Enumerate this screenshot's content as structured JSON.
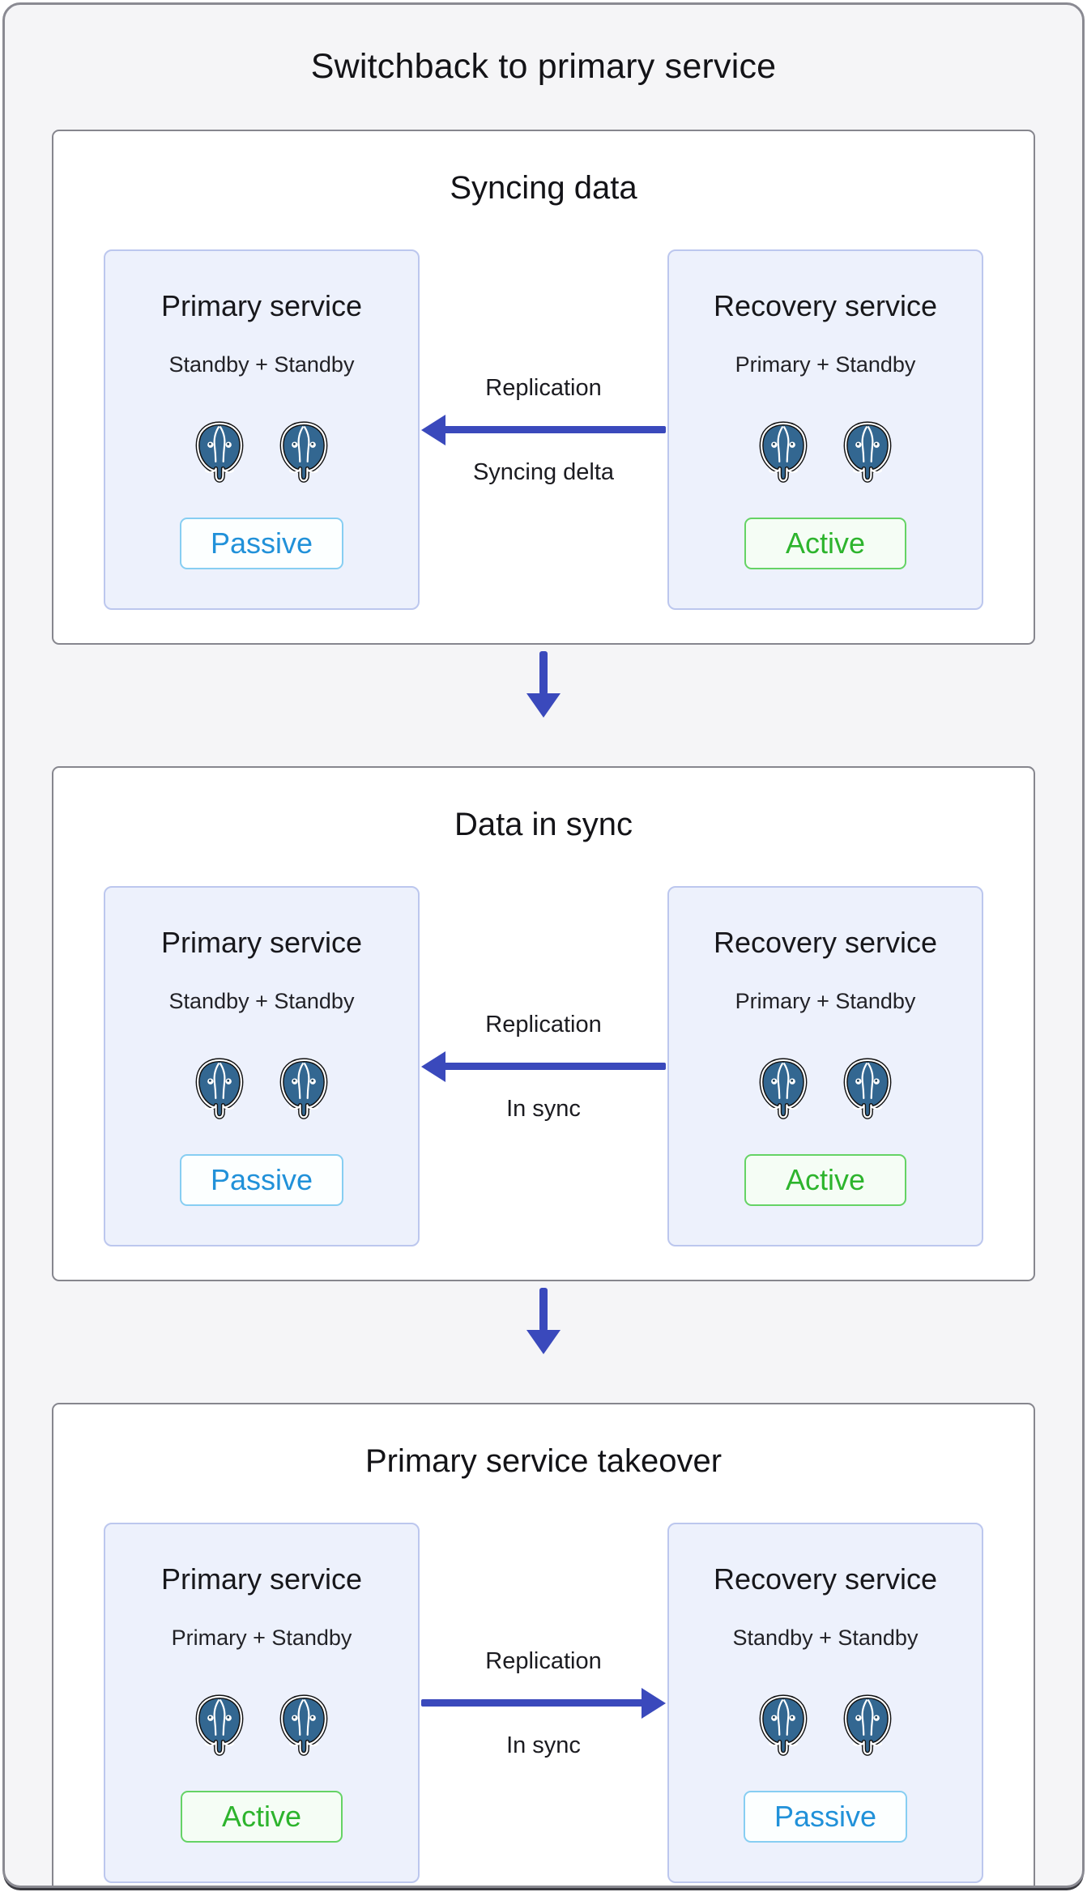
{
  "page": {
    "title": "Switchback to primary service"
  },
  "icons": {
    "database_icon": "postgresql-elephant-icon",
    "flow_icon": "down-arrow-icon"
  },
  "colors": {
    "page_bg": "#f5f5f7",
    "window_border": "#8a8a92",
    "stage_bg": "#ffffff",
    "stage_border": "#86868e",
    "card_bg": "#edf1fc",
    "card_border": "#bcc7ee",
    "arrow_blue": "#3a49bc",
    "passive_text": "#2191d9",
    "passive_border": "#87cef2",
    "active_text": "#2db42d",
    "active_border": "#65d365",
    "postgres_blue": "#336791",
    "text": "#131317"
  },
  "stages": [
    {
      "title": "Syncing data",
      "arrow": {
        "direction": "left",
        "top_label": "Replication",
        "bottom_label": "Syncing delta"
      },
      "cards": {
        "left": {
          "title": "Primary service",
          "subtitle": "Standby + Standby",
          "db_count": 2,
          "badge": {
            "label": "Passive",
            "state": "passive"
          }
        },
        "right": {
          "title": "Recovery service",
          "subtitle": "Primary + Standby",
          "db_count": 2,
          "badge": {
            "label": "Active",
            "state": "active"
          }
        }
      }
    },
    {
      "title": "Data in sync",
      "arrow": {
        "direction": "left",
        "top_label": "Replication",
        "bottom_label": "In sync"
      },
      "cards": {
        "left": {
          "title": "Primary service",
          "subtitle": "Standby + Standby",
          "db_count": 2,
          "badge": {
            "label": "Passive",
            "state": "passive"
          }
        },
        "right": {
          "title": "Recovery service",
          "subtitle": "Primary + Standby",
          "db_count": 2,
          "badge": {
            "label": "Active",
            "state": "active"
          }
        }
      }
    },
    {
      "title": "Primary service takeover",
      "arrow": {
        "direction": "right",
        "top_label": "Replication",
        "bottom_label": "In sync"
      },
      "cards": {
        "left": {
          "title": "Primary service",
          "subtitle": "Primary + Standby",
          "db_count": 2,
          "badge": {
            "label": "Active",
            "state": "active"
          }
        },
        "right": {
          "title": "Recovery service",
          "subtitle": "Standby + Standby",
          "db_count": 2,
          "badge": {
            "label": "Passive",
            "state": "passive"
          }
        }
      }
    }
  ]
}
